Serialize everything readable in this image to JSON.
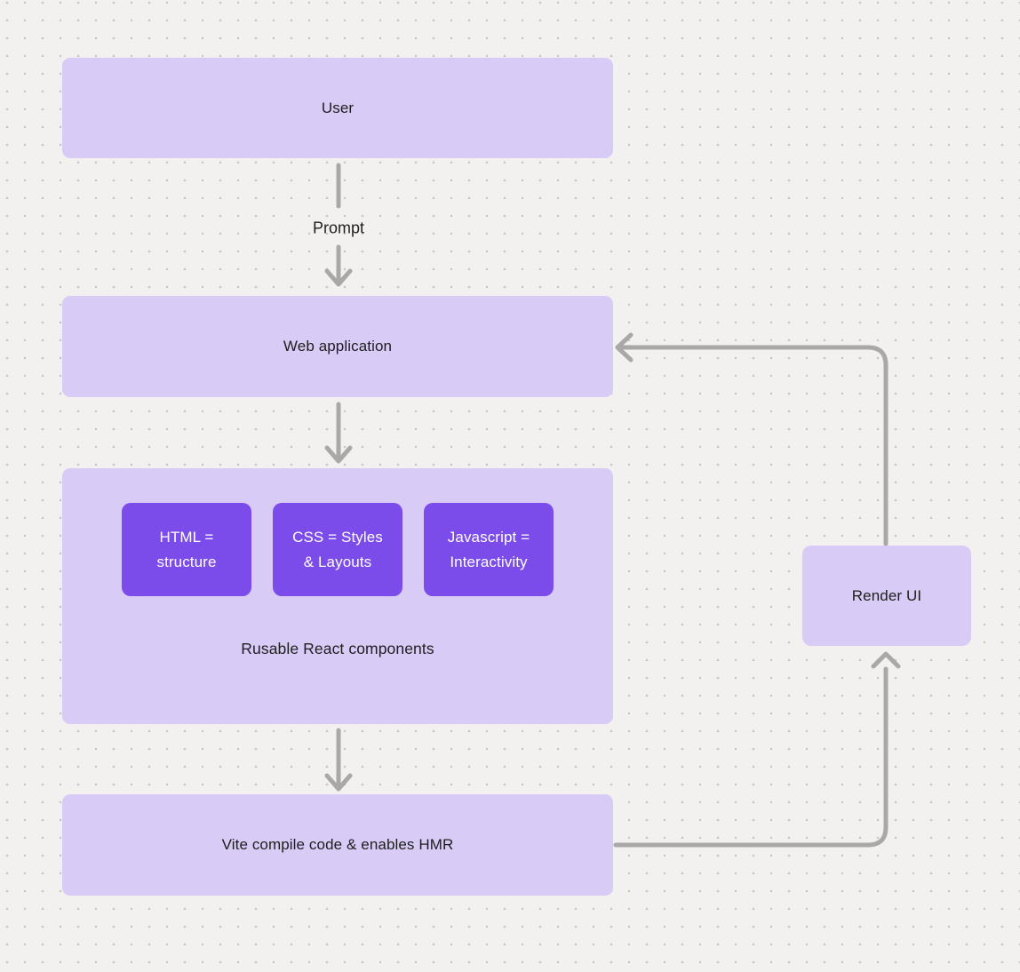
{
  "diagram": {
    "type": "flowchart",
    "description": "Flow from User prompt through a web application, reusable React components (HTML, CSS, Javascript), Vite compilation with HMR, rendering UI back to the web application"
  },
  "colors": {
    "background": "#f2f1f0",
    "dot": "#c8c7c5",
    "node_fill": "#d8ccf6",
    "node_text": "#1e1e1e",
    "accent_fill": "#7b4ce9",
    "accent_text": "#ffffff",
    "arrow": "#a9a8a7"
  },
  "nodes": {
    "user": {
      "label": "User"
    },
    "web_application": {
      "label": "Web application"
    },
    "components_group": {
      "label": "Rusable React components"
    },
    "html": {
      "label": "HTML =\nstructure"
    },
    "css": {
      "label": "CSS = Styles\n& Layouts"
    },
    "javascript": {
      "label": "Javascript =\nInteractivity"
    },
    "vite": {
      "label": "Vite compile code & enables HMR"
    },
    "render_ui": {
      "label": "Render UI"
    }
  },
  "edges": {
    "user_to_webapp": {
      "from": "user",
      "to": "web_application",
      "label": "Prompt"
    },
    "webapp_to_components": {
      "from": "web_application",
      "to": "components_group",
      "label": ""
    },
    "components_to_vite": {
      "from": "components_group",
      "to": "vite",
      "label": ""
    },
    "vite_to_render_ui": {
      "from": "vite",
      "to": "render_ui",
      "label": ""
    },
    "render_ui_to_webapp": {
      "from": "render_ui",
      "to": "web_application",
      "label": ""
    }
  }
}
